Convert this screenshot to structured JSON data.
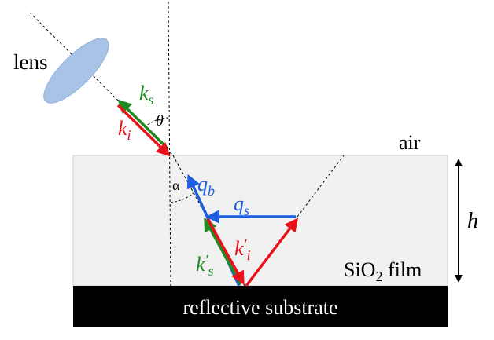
{
  "labels": {
    "lens": "lens",
    "air": "air",
    "film_main": "SiO",
    "film_sub": "2",
    "film_tail": " film",
    "substrate": "reflective substrate",
    "height": "h",
    "theta": "θ",
    "alpha": "α"
  },
  "vectors": {
    "ks_main": "k",
    "ks_sub": "s",
    "ki_main": "k",
    "ki_sub": "i",
    "qb_main": "q",
    "qb_sub": "b",
    "qs_main": "q",
    "qs_sub": "s",
    "kpi_main": "k",
    "kpi_prime": "′",
    "kpi_sub": "i",
    "kps_main": "k",
    "kps_prime": "′",
    "kps_sub": "s"
  },
  "colors": {
    "red": "#e8101a",
    "green": "#1f8a1f",
    "blue": "#1d5fe0",
    "film": "#f1f1f1",
    "substrate": "#000000",
    "lens": "#a9c3e6"
  }
}
